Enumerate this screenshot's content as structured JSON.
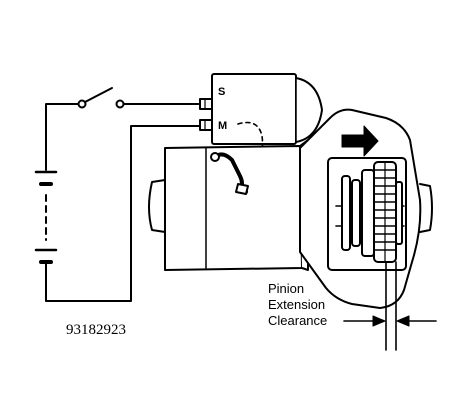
{
  "diagram": {
    "terminal_s": "S",
    "terminal_m": "M",
    "callout_lines": [
      "Pinion",
      "Extension",
      "Clearance"
    ],
    "figure_code": "93182923"
  },
  "colors": {
    "ink": "#000000",
    "paper": "#ffffff"
  }
}
